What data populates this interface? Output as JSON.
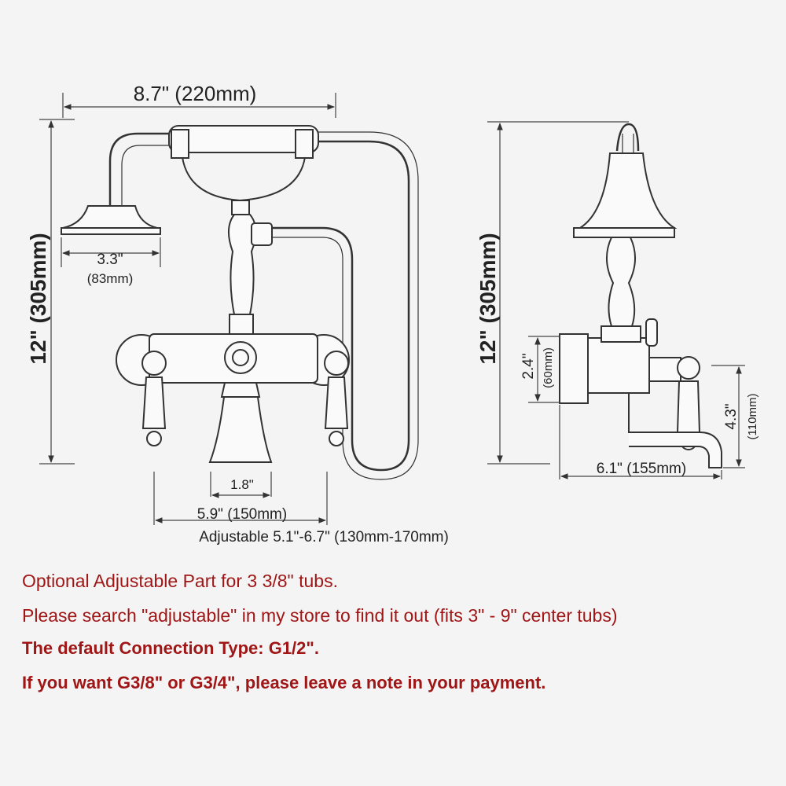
{
  "dimensions": {
    "front_width": "8.7\" (220mm)",
    "front_height": "12\" (305mm)",
    "head_diameter": "3.3\"",
    "head_diameter_mm": "(83mm)",
    "spout_width": "1.8\"",
    "center_distance": "5.9\" (150mm)",
    "adjustable_range": "Adjustable 5.1\"-6.7\" (130mm-170mm)",
    "side_height": "12\" (305mm)",
    "flange_height": "2.4\"",
    "flange_height_mm": "(60mm)",
    "spout_reach": "6.1\" (155mm)",
    "spout_height": "4.3\"",
    "spout_height_mm": "(110mm)"
  },
  "notes": [
    "Optional Adjustable Part for 3 3/8\" tubs.",
    "Please search \"adjustable\" in my store to find it out (fits 3\" - 9\" center tubs)",
    "The default Connection Type: G1/2\".",
    "If you want G3/8\" or G3/4\", please leave a note in your payment."
  ],
  "colors": {
    "note_text": "#a01616",
    "line": "#333333",
    "background": "#f4f4f4"
  }
}
